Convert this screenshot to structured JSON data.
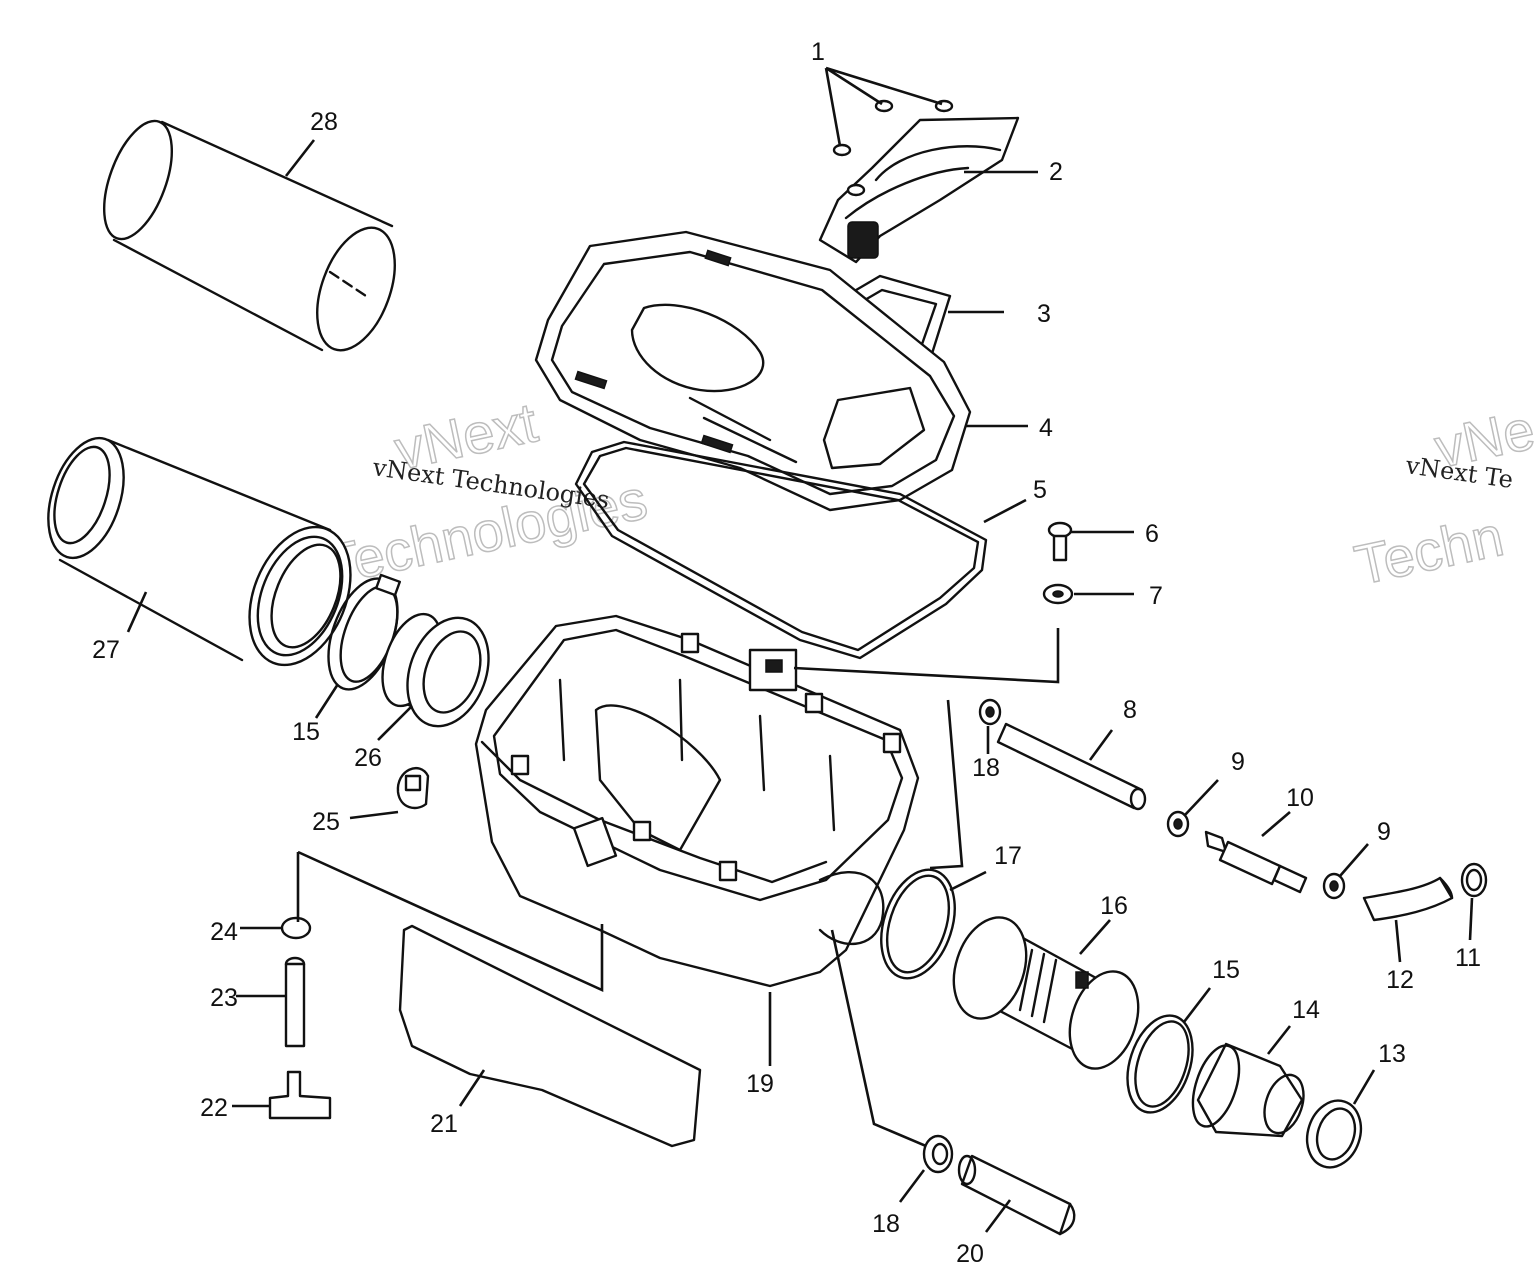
{
  "watermark": {
    "line1": "vNext Technologies",
    "outline_word1": "vNext",
    "outline_word2": "Technologies",
    "right_line1": "vNext Te",
    "right_outline_word1": "vNe",
    "right_outline_word2": "Techn"
  },
  "callouts": [
    "1",
    "2",
    "3",
    "4",
    "5",
    "6",
    "7",
    "8",
    "9",
    "10",
    "9",
    "11",
    "12",
    "13",
    "14",
    "15",
    "16",
    "17",
    "18",
    "19",
    "20",
    "18",
    "21",
    "22",
    "23",
    "24",
    "25",
    "15",
    "26",
    "27",
    "28"
  ]
}
